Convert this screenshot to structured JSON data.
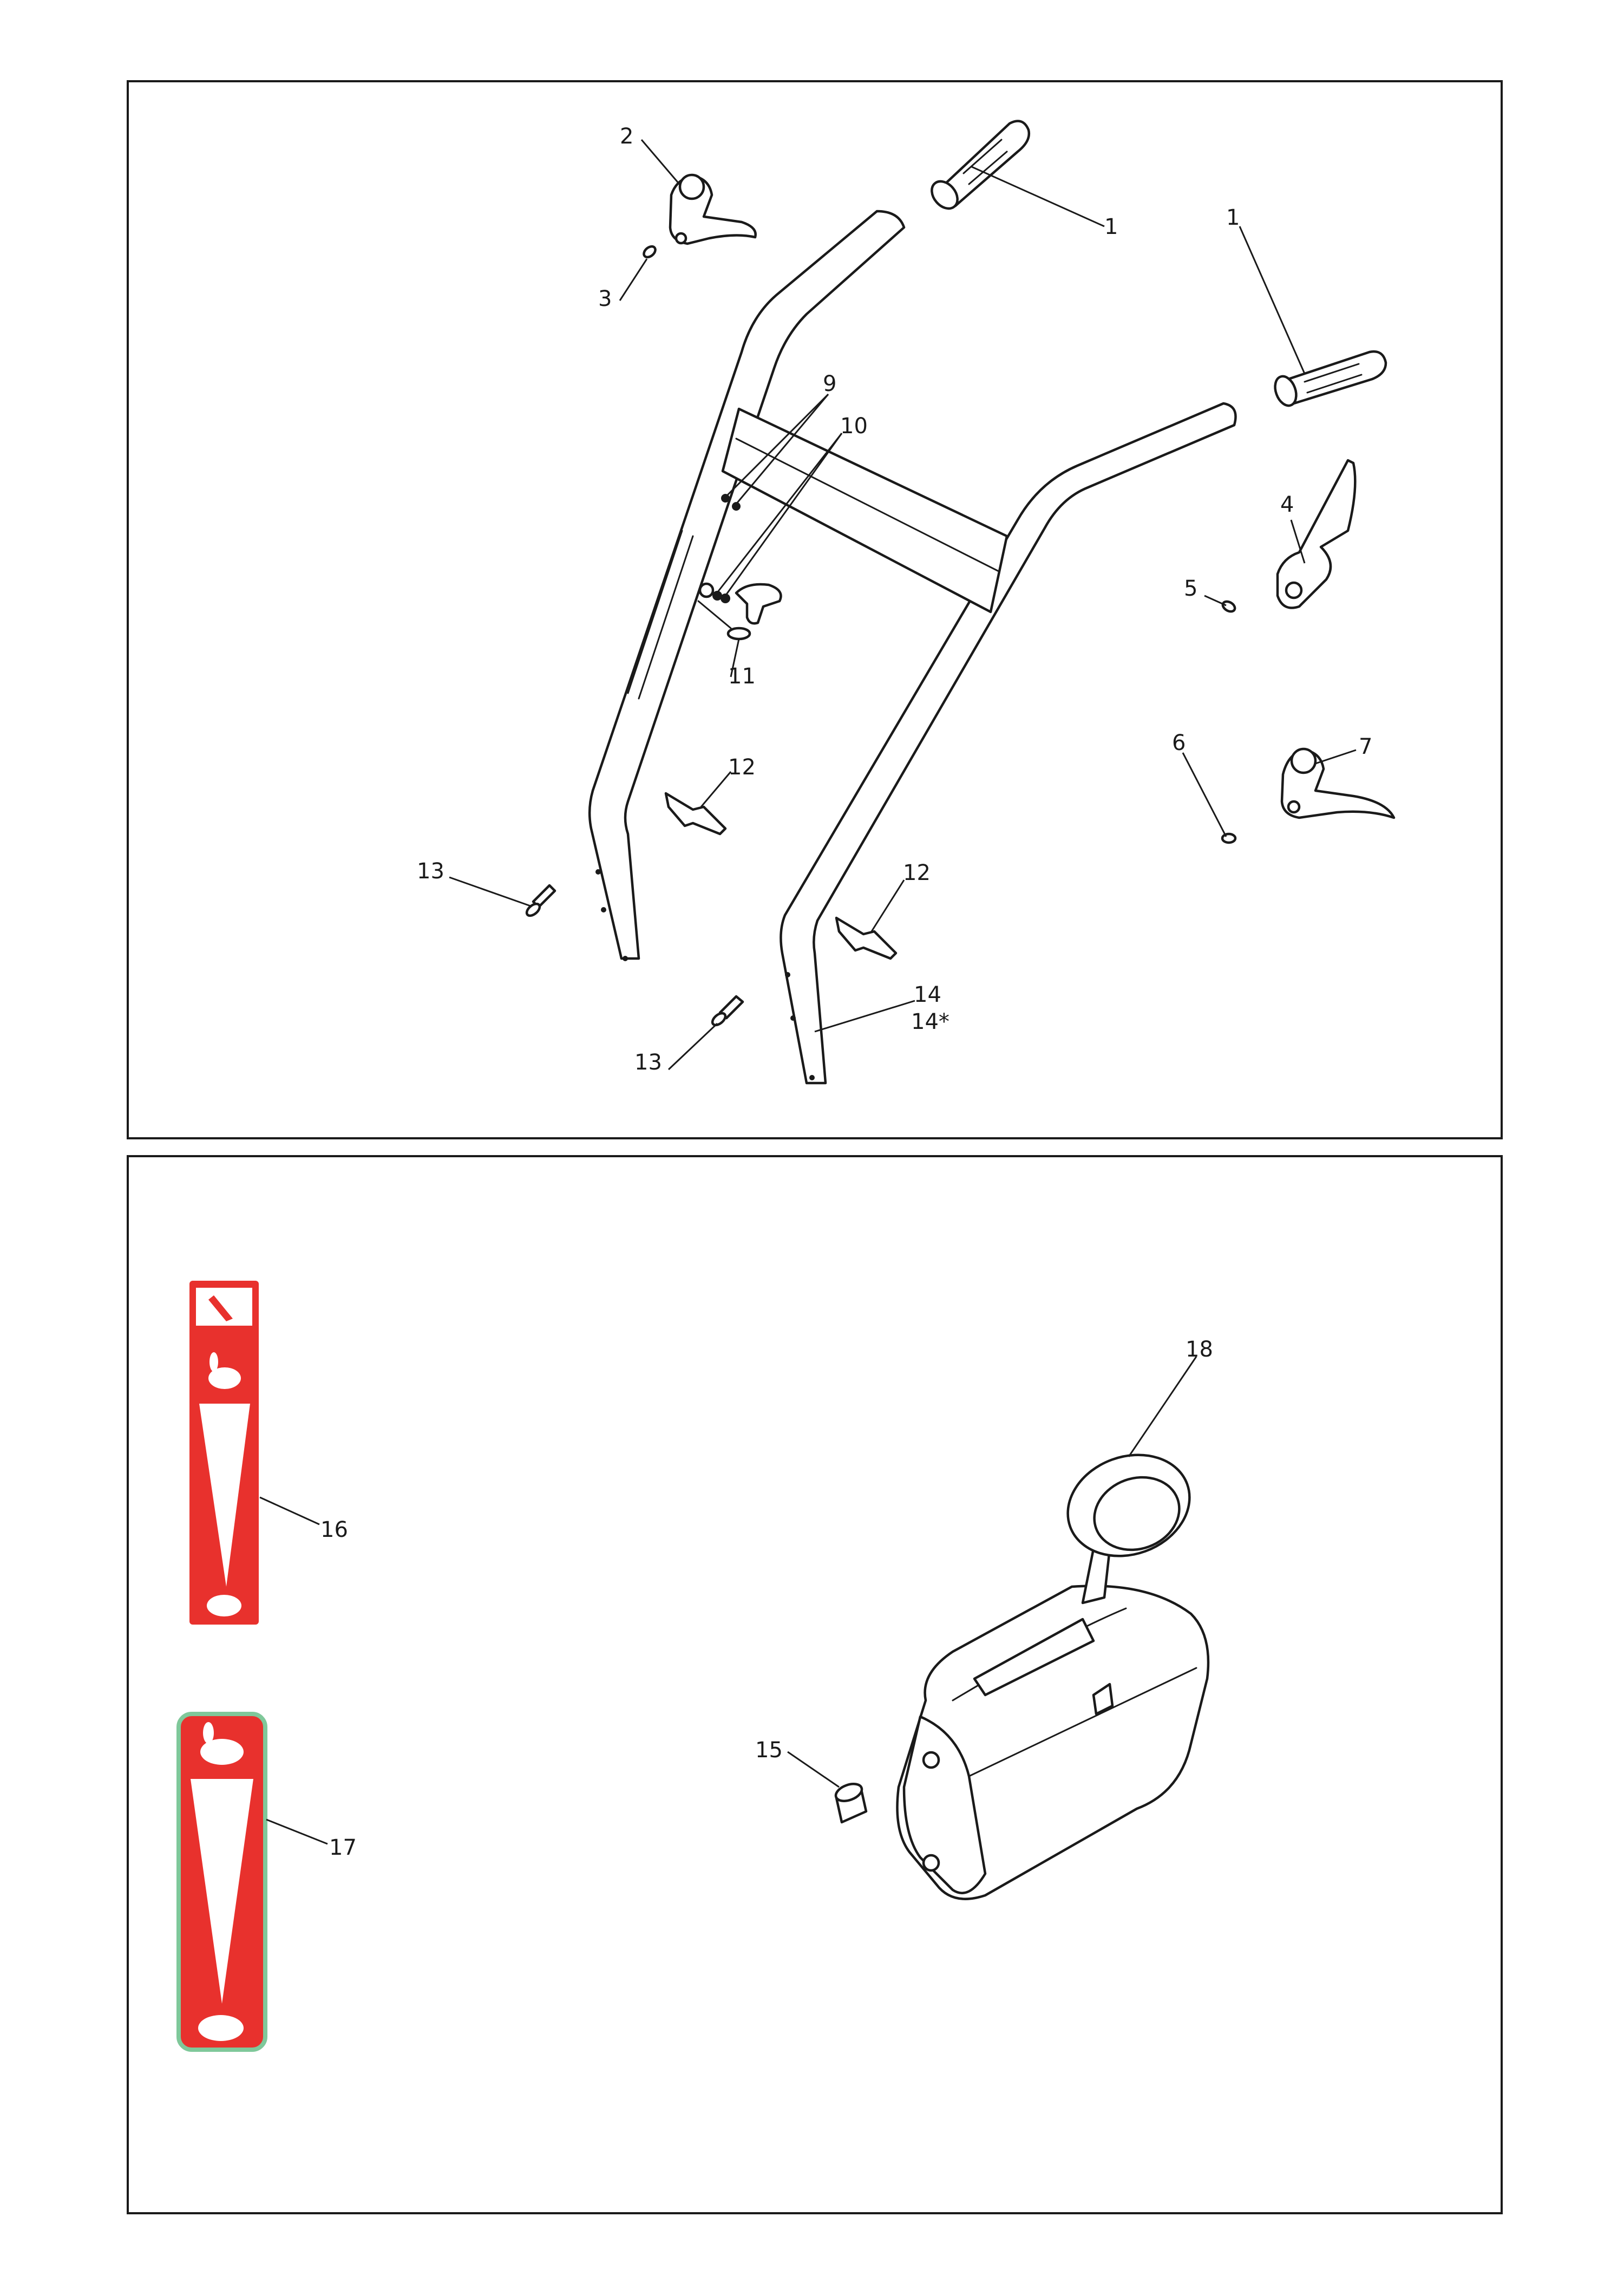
{
  "diagram": {
    "top_panel": {
      "callouts": [
        "1",
        "1",
        "2",
        "3",
        "4",
        "5",
        "6",
        "7",
        "9",
        "10",
        "11",
        "12",
        "12",
        "13",
        "13",
        "14",
        "14*"
      ]
    },
    "bottom_panel": {
      "callouts": [
        "15",
        "16",
        "17",
        "18"
      ]
    },
    "colors": {
      "decal_red": "#e8312d",
      "decal_outline": "#7fc89a",
      "line": "#1a1a1a"
    },
    "icons": [
      "handle-grip",
      "cable-lever",
      "handlebar",
      "speed-decal-rabbit",
      "speed-decal-turtle",
      "throttle-control"
    ]
  }
}
